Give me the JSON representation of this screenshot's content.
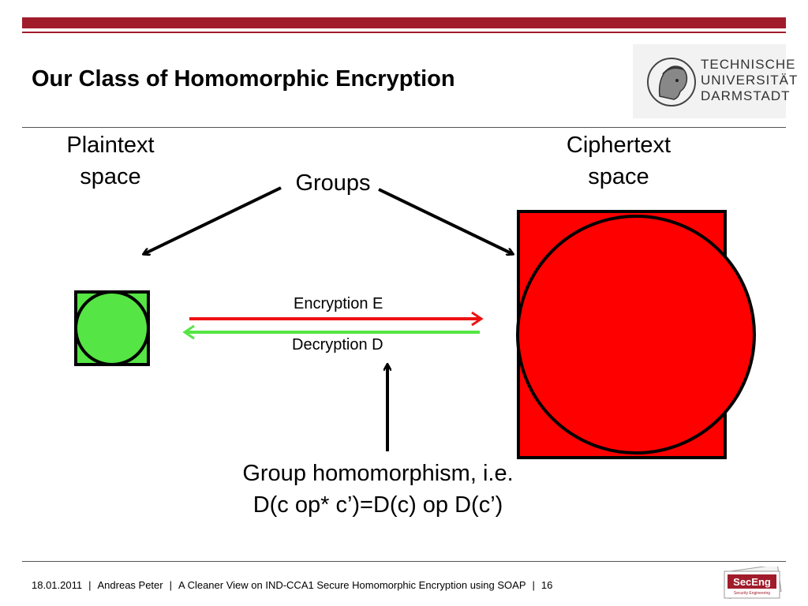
{
  "slide": {
    "title": "Our Class of Homomorphic Encryption",
    "logo_text": "TECHNISCHE\nUNIVERSITÄT\nDARMSTADT",
    "seceng_logo": "SecEng",
    "seceng_sub": "Security Engineering"
  },
  "diagram": {
    "plaintext_label": "Plaintext\nspace",
    "ciphertext_label": "Ciphertext\nspace",
    "groups_label": "Groups",
    "encryption_label": "Encryption E",
    "decryption_label": "Decryption D",
    "homomorphism_label": "Group homomorphism, i.e.\nD(c op* c’)=D(c) op D(c’)",
    "colors": {
      "plaintext_fill": "#55e544",
      "ciphertext_fill": "#ff0000",
      "encryption_arrow": "#ee1111",
      "decryption_arrow": "#55e544"
    }
  },
  "footer": {
    "date": "18.01.2011",
    "author": "Andreas Peter",
    "talk": "A Cleaner View on IND-CCA1 Secure Homomorphic Encryption using SOAP",
    "page": "16",
    "separator": "|"
  }
}
